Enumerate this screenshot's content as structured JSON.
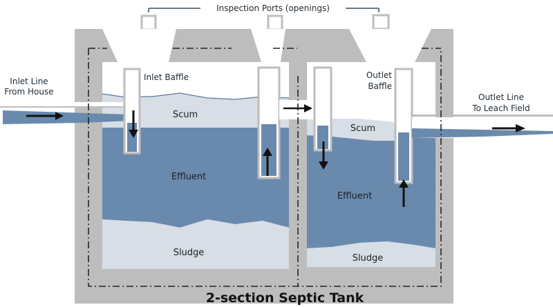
{
  "title": "2-section Septic Tank",
  "labels": {
    "inspection_ports": "Inspection Ports (openings)",
    "inlet_line_1": "Inlet Line",
    "inlet_line_2": "From House",
    "inlet_baffle": "Inlet Baffle",
    "outlet_baffle_1": "Outlet",
    "outlet_baffle_2": "Baffle",
    "outlet_line_1": "Outlet Line",
    "outlet_line_2": "To Leach Field",
    "scum_1": "Scum",
    "effluent_1": "Effluent",
    "sludge_1": "Sludge",
    "scum_2": "Scum",
    "effluent_2": "Effluent",
    "sludge_2": "Sludge"
  },
  "colors": {
    "concrete": "#bdbdbd",
    "water": "#6a8aad",
    "scum": "#d8dee6",
    "sludge": "#d8dee6",
    "arrow": "#111111",
    "label": "#1e2a33"
  }
}
